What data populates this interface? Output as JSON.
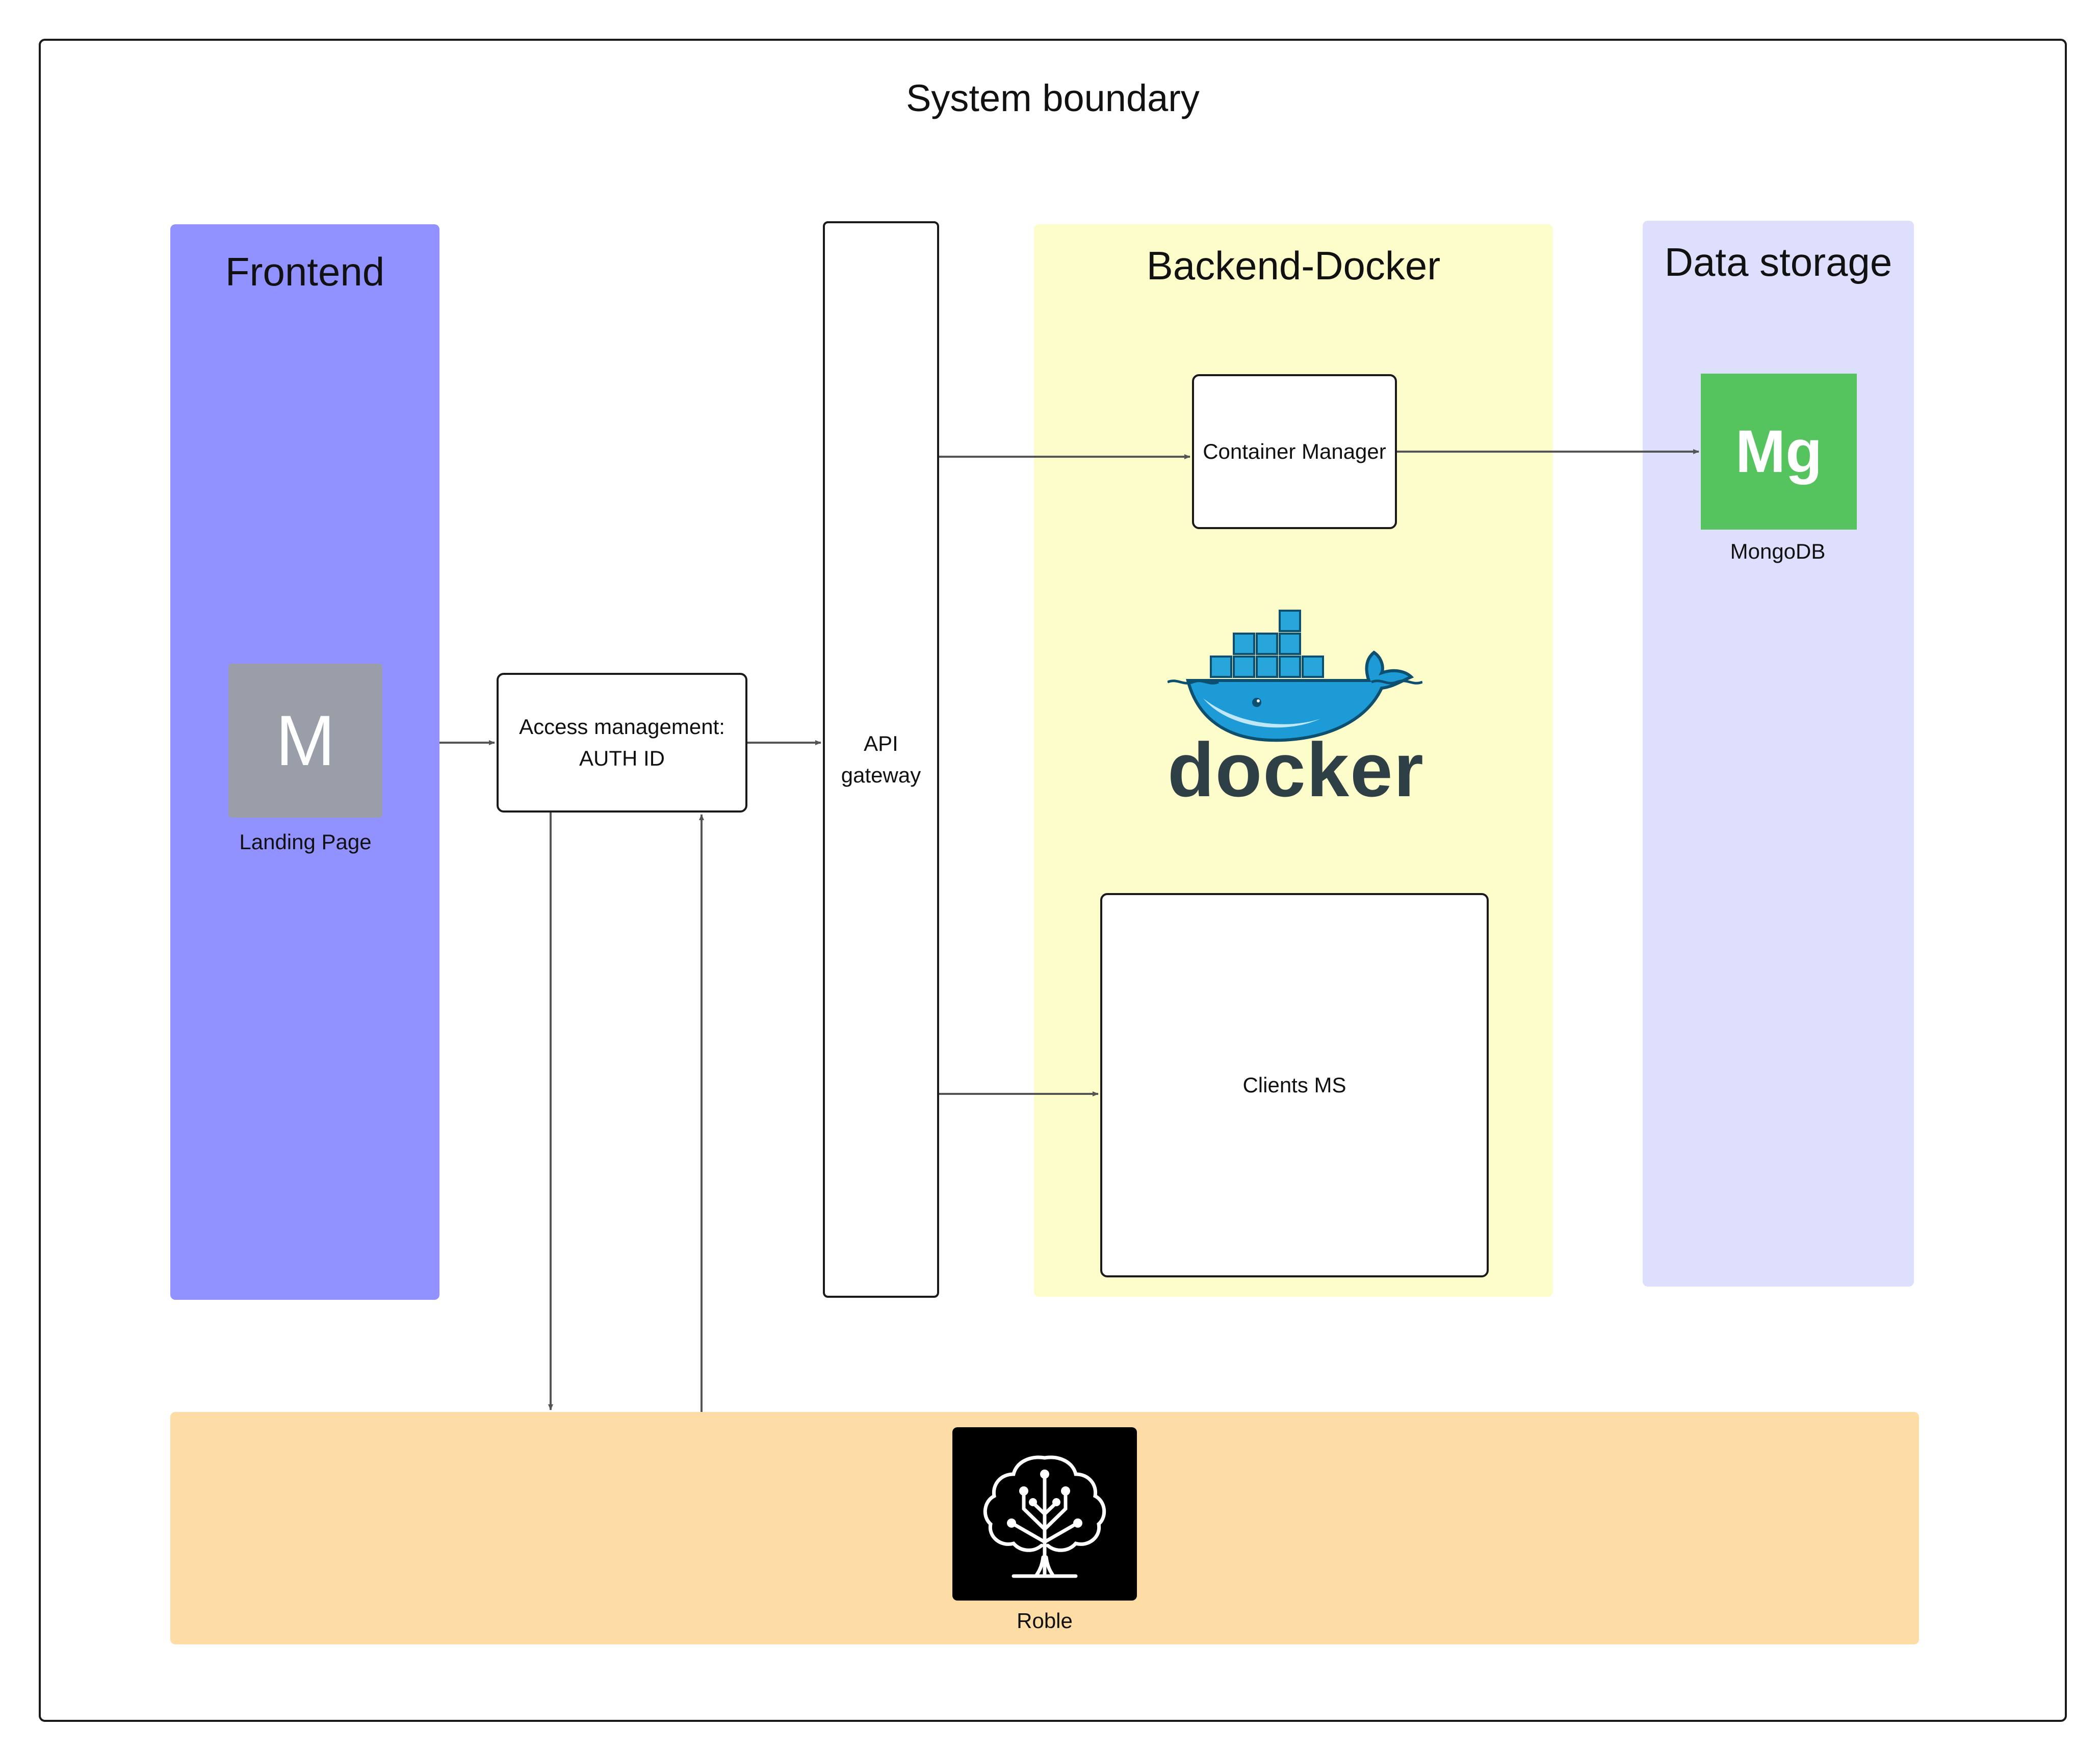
{
  "diagram": {
    "boundary_title": "System boundary",
    "lanes": {
      "frontend": {
        "title": "Frontend",
        "color": "#9191FF"
      },
      "backend": {
        "title": "Backend-Docker",
        "color": "#FDFCCB"
      },
      "storage": {
        "title": "Data storage",
        "color": "#DEDEFD"
      },
      "roble": {
        "color": "#FDDCA6"
      }
    },
    "nodes": {
      "landing": {
        "icon_letter": "M",
        "caption": "Landing Page",
        "color": "#9A9EA8"
      },
      "access": {
        "line1": "Access management:",
        "line2": "AUTH ID"
      },
      "gateway": {
        "line1": "API",
        "line2": "gateway"
      },
      "container_manager": {
        "label": "Container Manager"
      },
      "clients_ms": {
        "label": "Clients MS"
      },
      "mongodb": {
        "icon_text": "Mg",
        "caption": "MongoDB",
        "color": "#56C45E"
      },
      "docker": {
        "wordmark": "docker",
        "icon": "docker-whale-icon"
      },
      "roble": {
        "caption": "Roble",
        "icon": "tree-icon"
      }
    },
    "edges": [
      {
        "from": "Landing Page",
        "to": "Access management: AUTH ID"
      },
      {
        "from": "Access management: AUTH ID",
        "to": "API gateway"
      },
      {
        "from": "API gateway",
        "to": "Container Manager"
      },
      {
        "from": "API gateway",
        "to": "Clients MS"
      },
      {
        "from": "Container Manager",
        "to": "MongoDB"
      },
      {
        "from": "Access management: AUTH ID",
        "to": "Roble"
      },
      {
        "from": "Roble",
        "to": "Access management: AUTH ID"
      }
    ]
  }
}
